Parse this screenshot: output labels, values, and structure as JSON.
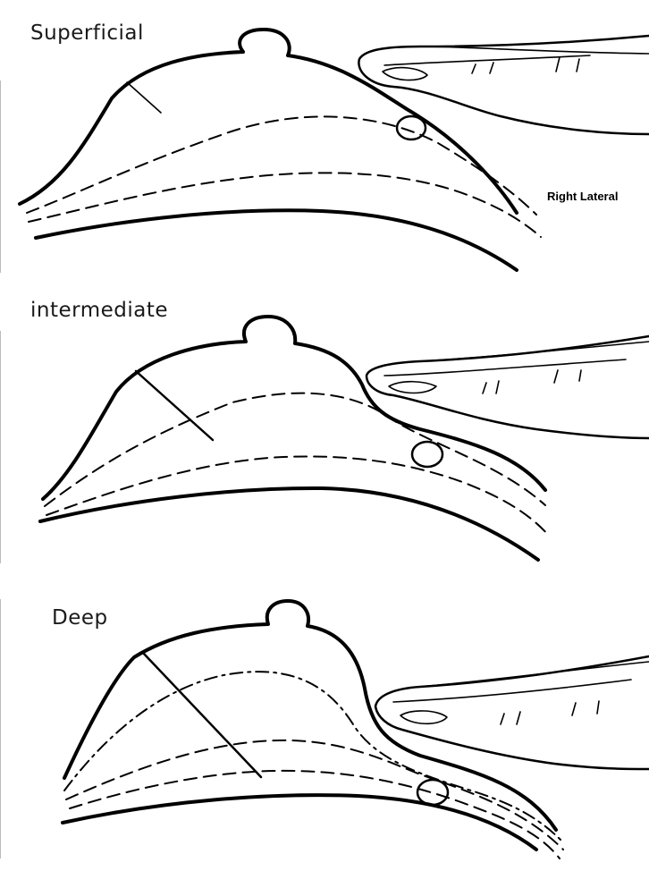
{
  "panels": [
    {
      "label": "Superficial",
      "side_label": "Right Lateral"
    },
    {
      "label": "intermediate"
    },
    {
      "label": "Deep"
    }
  ]
}
